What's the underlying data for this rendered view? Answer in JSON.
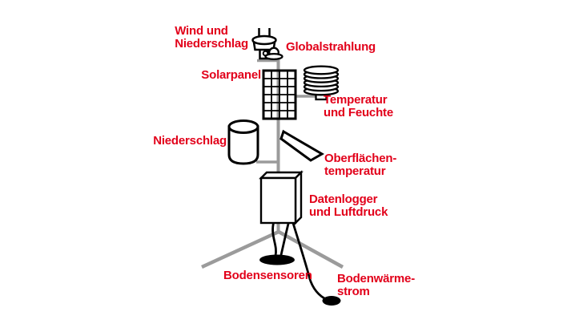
{
  "diagram": {
    "labels": {
      "wind_precipitation": "Wind und\nNiederschlag",
      "global_radiation": "Globalstrahlung",
      "solar_panel": "Solarpanel",
      "temperature_humidity": "Temperatur\nund Feuchte",
      "precipitation": "Niederschlag",
      "surface_temperature": "Oberflächen-\ntemperatur",
      "datalogger_air_pressure": "Datenlogger\nund Luftdruck",
      "soil_sensors": "Bodensensoren",
      "soil_heat_flux": "Bodenwärme-\nstrom"
    },
    "colors": {
      "label_red": "#e2001a",
      "mast_gray": "#9b9b9b",
      "outline_black": "#000000",
      "background": "#ffffff"
    }
  }
}
